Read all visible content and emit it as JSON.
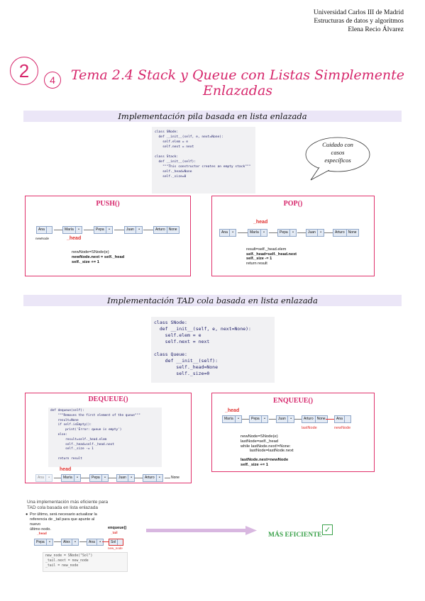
{
  "header": {
    "line1": "Universidad Carlos III de Madrid",
    "line2": "Estructuras de datos y algoritmos",
    "line3": "Elena Recio Álvarez"
  },
  "badges": {
    "main": "2",
    "sub": "4"
  },
  "title": {
    "line1": "Tema 2.4 Stack y Queue con Listas Simplemente",
    "line2": "Enlazadas"
  },
  "section1": {
    "heading": "Implementación pila basada en lista enlazada",
    "code": [
      "class SNode:",
      "  def __init__(self, e, next=None):",
      "    self.elem = e",
      "    self.next = next",
      "",
      "class Stack:",
      "  def __init__(self):",
      "    \"\"\"This constructor creates an empty stack\"\"\"",
      "    self._head=None",
      "    self._size=0"
    ],
    "bubble": [
      "Cuidado con",
      "casos",
      "específicos"
    ],
    "push": {
      "title": "PUSH()",
      "nodes": [
        "Ana",
        "María",
        "Pepa",
        "Juan",
        "Arturo"
      ],
      "none_label": "None",
      "newnode": "newNode",
      "head": "_head",
      "code": [
        "newNode=SNode(e)",
        "newNode.next = self._head",
        "self._size += 1"
      ]
    },
    "pop": {
      "title": "POP()",
      "nodes": [
        "Ana",
        "María",
        "Pepa",
        "Juan",
        "Arturo"
      ],
      "none_label": "None",
      "head": "_head",
      "code": [
        "result=self._head.elem",
        "self._head=self._head.next",
        "self._size -= 1",
        "return result"
      ]
    }
  },
  "section2": {
    "heading": "Implementación TAD cola basada en lista enlazada",
    "code": [
      "class SNode:",
      "  def __init__(self, e, next=None):",
      "    self.elem = e",
      "    self.next = next",
      "",
      "class Queue:",
      "    def __init__(self):",
      "        self._head=None",
      "        self._size=0"
    ],
    "dequeue": {
      "title": "DEQUEUE()",
      "code": [
        "def dequeue(self):",
        "    \"\"\"Removes the first element of the queue\"\"\"",
        "    result=None",
        "    if self.isEmpty():",
        "        print('Error: queue is empty')",
        "    else:",
        "        result=self._head.elem",
        "        self._head=self._head.next",
        "        self._size -= 1",
        "",
        "    return result"
      ],
      "head": "head",
      "nodes": [
        "Ana",
        "María",
        "Pepa",
        "Juan",
        "Arturo"
      ],
      "none_label": "None"
    },
    "enqueue": {
      "title": "ENQUEUE()",
      "head": "_head",
      "nodes": [
        "María",
        "Pepa",
        "Juan",
        "Arturo",
        "None"
      ],
      "new_elem": "Ana",
      "lastnode": "lastNode",
      "newnode": "newNode",
      "code": [
        "newNode=SNode(e)",
        "lastNode=self._head",
        "while lastNode.next!=None:",
        "        lastNode=lastNode.next",
        "",
        "lastNode.next=newNode",
        "self._size += 1"
      ]
    }
  },
  "efficient": {
    "intro1": "Una implementación más eficiente para",
    "intro2": "TAD cola basada en lista enlazada",
    "bullet1": "Por último, será necesario actualizar la",
    "bullet2": "referencia de _tail para que apunte al nuevo",
    "bullet3": "último nodo.",
    "enqueue_label": "enqueue()",
    "head": "_head",
    "tail": "_tail",
    "new_node": "new_node",
    "nodes": [
      "Pepa",
      "Alex",
      "Ana",
      "Sol"
    ],
    "code": [
      "new_node = SNode(\"Sol\")",
      "_tail.next = new_node",
      "_tail = new_node"
    ],
    "result": "MÁS EFICIENTE",
    "check": "✓"
  }
}
